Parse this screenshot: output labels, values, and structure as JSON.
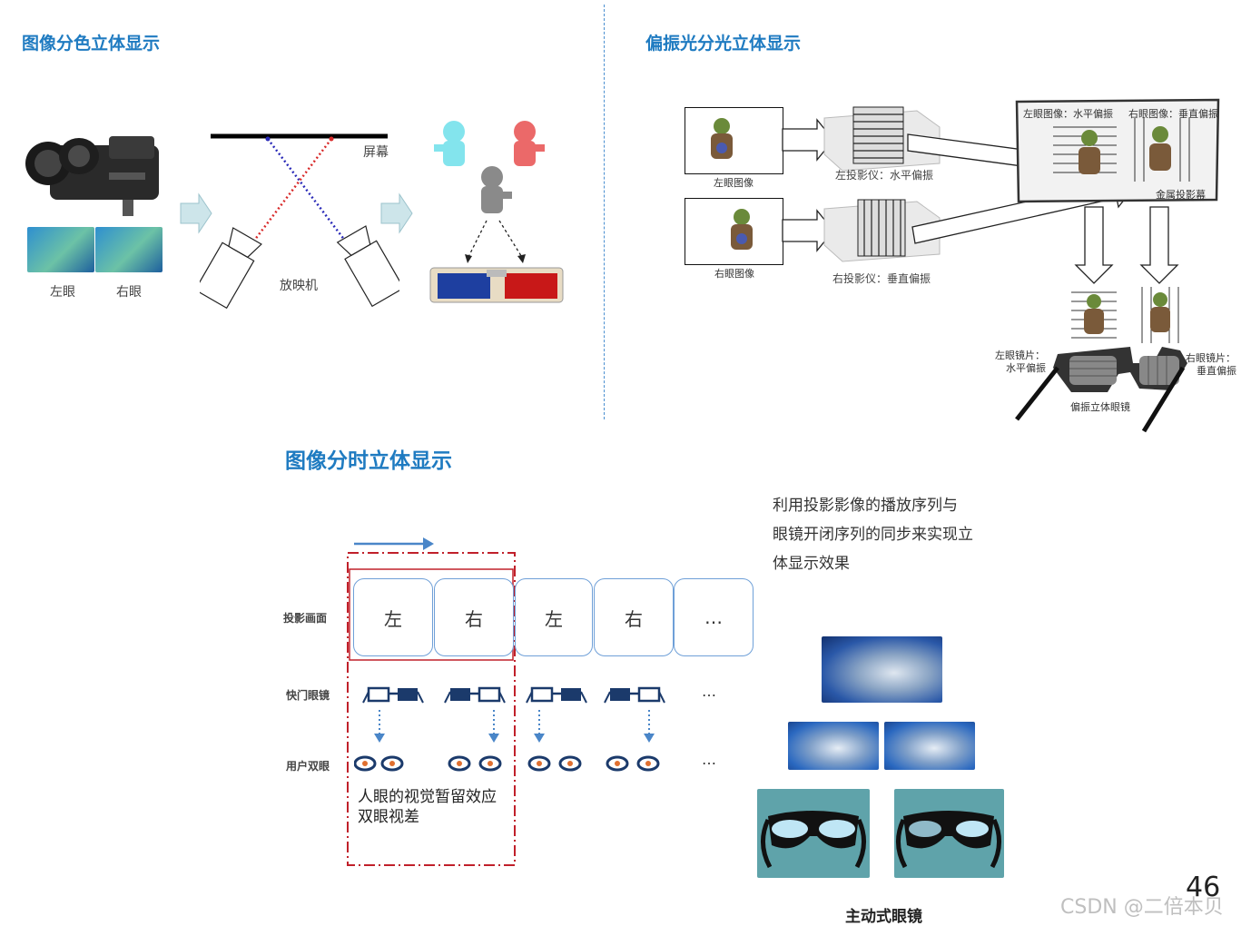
{
  "sections": {
    "anaglyph_title": "图像分色立体显示",
    "polarized_title": "偏振光分光立体显示",
    "time_title": "图像分时立体显示"
  },
  "anaglyph": {
    "left_eye": "左眼",
    "right_eye": "右眼",
    "screen": "屏幕",
    "projector": "放映机"
  },
  "polarized": {
    "left_image": "左眼图像",
    "right_image": "右眼图像",
    "left_projector": "左投影仪：水平偏振",
    "right_projector": "右投影仪：垂直偏振",
    "screen_left_label": "左眼图像：水平偏振",
    "screen_right_label": "右眼图像：垂直偏振",
    "metal_screen": "金属投影幕",
    "left_lens": "左眼镜片：",
    "left_lens_sub": "水平偏振",
    "right_lens": "右眼镜片：",
    "right_lens_sub": "垂直偏振",
    "glasses": "偏振立体眼镜"
  },
  "time": {
    "row_projection": "投影画面",
    "row_shutter": "快门眼镜",
    "row_eyes": "用户双眼",
    "frames": [
      "左",
      "右",
      "左",
      "右",
      "…"
    ],
    "ellipsis": "…",
    "note_line1": "人眼的视觉暂留效应",
    "note_line2": "双眼视差",
    "desc_line1": "利用投影影像的播放序列与",
    "desc_line2": "眼镜开闭序列的同步来实现立",
    "desc_line3": "体显示效果",
    "active_glasses": "主动式眼镜"
  },
  "page_number": "46",
  "watermark": "CSDN @二倍本贝",
  "colors": {
    "title_blue": "#1f7bc1",
    "frame_blue": "#6fa0d8",
    "red_dash": "#c0202a",
    "navy": "#1b3a6b"
  }
}
